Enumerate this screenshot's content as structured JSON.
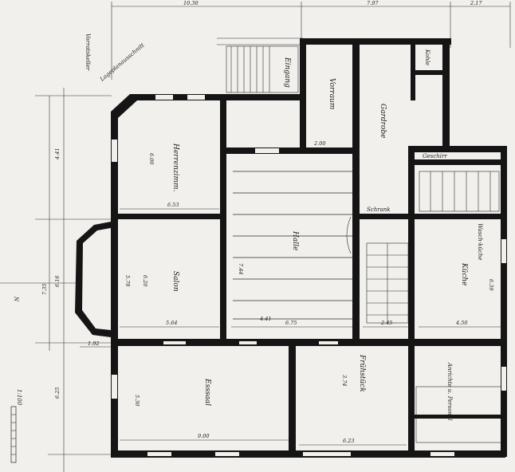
{
  "rooms": {
    "herrenzimmer": "Herrenzimm.",
    "salon": "Salon",
    "halle": "Halle",
    "kueche": "Küche",
    "speisesaal": "Esssaal",
    "fruehstueck": "Frühstück",
    "eingang": "Eingang",
    "vorraum": "Vorraum",
    "garderobe": "Gardrobe",
    "geschirr": "Geschirr",
    "schrank": "Schrank",
    "anrichte": "Anrichte u. Personal",
    "kohle": "Kohle",
    "vorratskeller": "Vorratskeller",
    "waschk": "Wasch-küche"
  },
  "annotations": {
    "scale_bar": "1:100",
    "north_mark": "N",
    "legend_note": "Lageplanausschnitt"
  },
  "dimensions": {
    "top_1": "10.30",
    "top_2": "7.97",
    "top_3": "2.17",
    "left_1": "4.41",
    "left_2": "6.16",
    "left_3": "7.35",
    "left_4": "6.25",
    "d_600": "6.00",
    "d_653": "6.53",
    "d_620": "6.20",
    "d_578": "5.78",
    "d_564": "5.64",
    "d_675": "6.75",
    "d_245": "2.45",
    "d_450": "4.50",
    "d_530": "5.30",
    "d_900": "9.00",
    "d_623": "6.23",
    "d_374": "3.74",
    "d_744": "7.44",
    "d_639": "6.39",
    "d_192": "1.92",
    "d_441": "4.41",
    "d_200": "2.00"
  }
}
